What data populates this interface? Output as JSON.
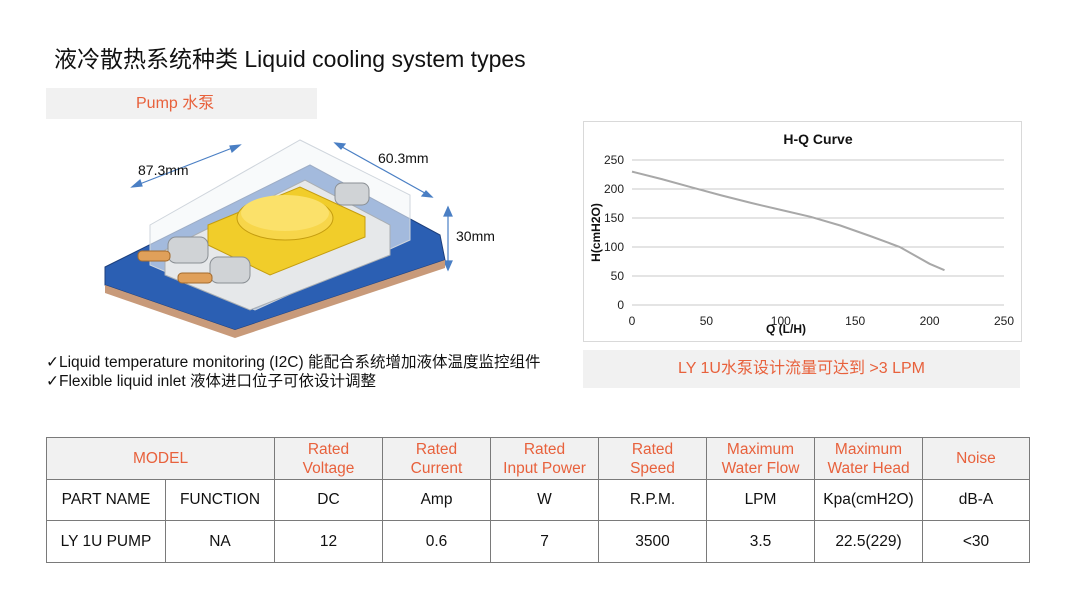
{
  "title": "液冷散热系统种类 Liquid cooling system types",
  "pump_label": "Pump 水泵",
  "dimensions": {
    "length": "87.3mm",
    "width": "60.3mm",
    "height": "30mm"
  },
  "features": [
    "✓Liquid temperature monitoring (I2C) 能配合系统增加液体温度监控组件",
    "✓Flexible liquid inlet 液体进口位子可依设计调整"
  ],
  "callout": "LY 1U水泵设计流量可达到 >3 LPM",
  "chart_data": {
    "type": "line",
    "title": "H-Q Curve",
    "xlabel": "Q (L/H)",
    "ylabel": "H(cmH2O)",
    "xlim": [
      0,
      250
    ],
    "ylim": [
      0,
      250
    ],
    "x_ticks": [
      "0",
      "50",
      "100",
      "150",
      "200",
      "250"
    ],
    "y_ticks": [
      "0",
      "50",
      "100",
      "150",
      "200",
      "250"
    ],
    "grid": "horizontal",
    "x": [
      0,
      20,
      40,
      60,
      80,
      100,
      120,
      140,
      160,
      180,
      200,
      210
    ],
    "series": [
      {
        "values": [
          230,
          217,
          203,
          189,
          176,
          164,
          152,
          137,
          119,
          100,
          71,
          60
        ],
        "color": "#a8a8a8"
      }
    ]
  },
  "table": {
    "header": [
      "MODEL",
      "Rated\nVoltage",
      "Rated\nCurrent",
      "Rated\nInput Power",
      "Rated\nSpeed",
      "Maximum\nWater Flow",
      "Maximum\nWater Head",
      "Noise"
    ],
    "units": [
      "PART NAME",
      "FUNCTION",
      "DC",
      "Amp",
      "W",
      "R.P.M.",
      "LPM",
      "Kpa(cmH2O)",
      "dB-A"
    ],
    "values": [
      "LY 1U PUMP",
      "NA",
      "12",
      "0.6",
      "7",
      "3500",
      "3.5",
      "22.5(229)",
      "<30"
    ]
  },
  "colors": {
    "accent": "#e8613c",
    "panel": "#f1f1f1",
    "grid": "#c8c8c8",
    "curve": "#a8a8a8"
  }
}
